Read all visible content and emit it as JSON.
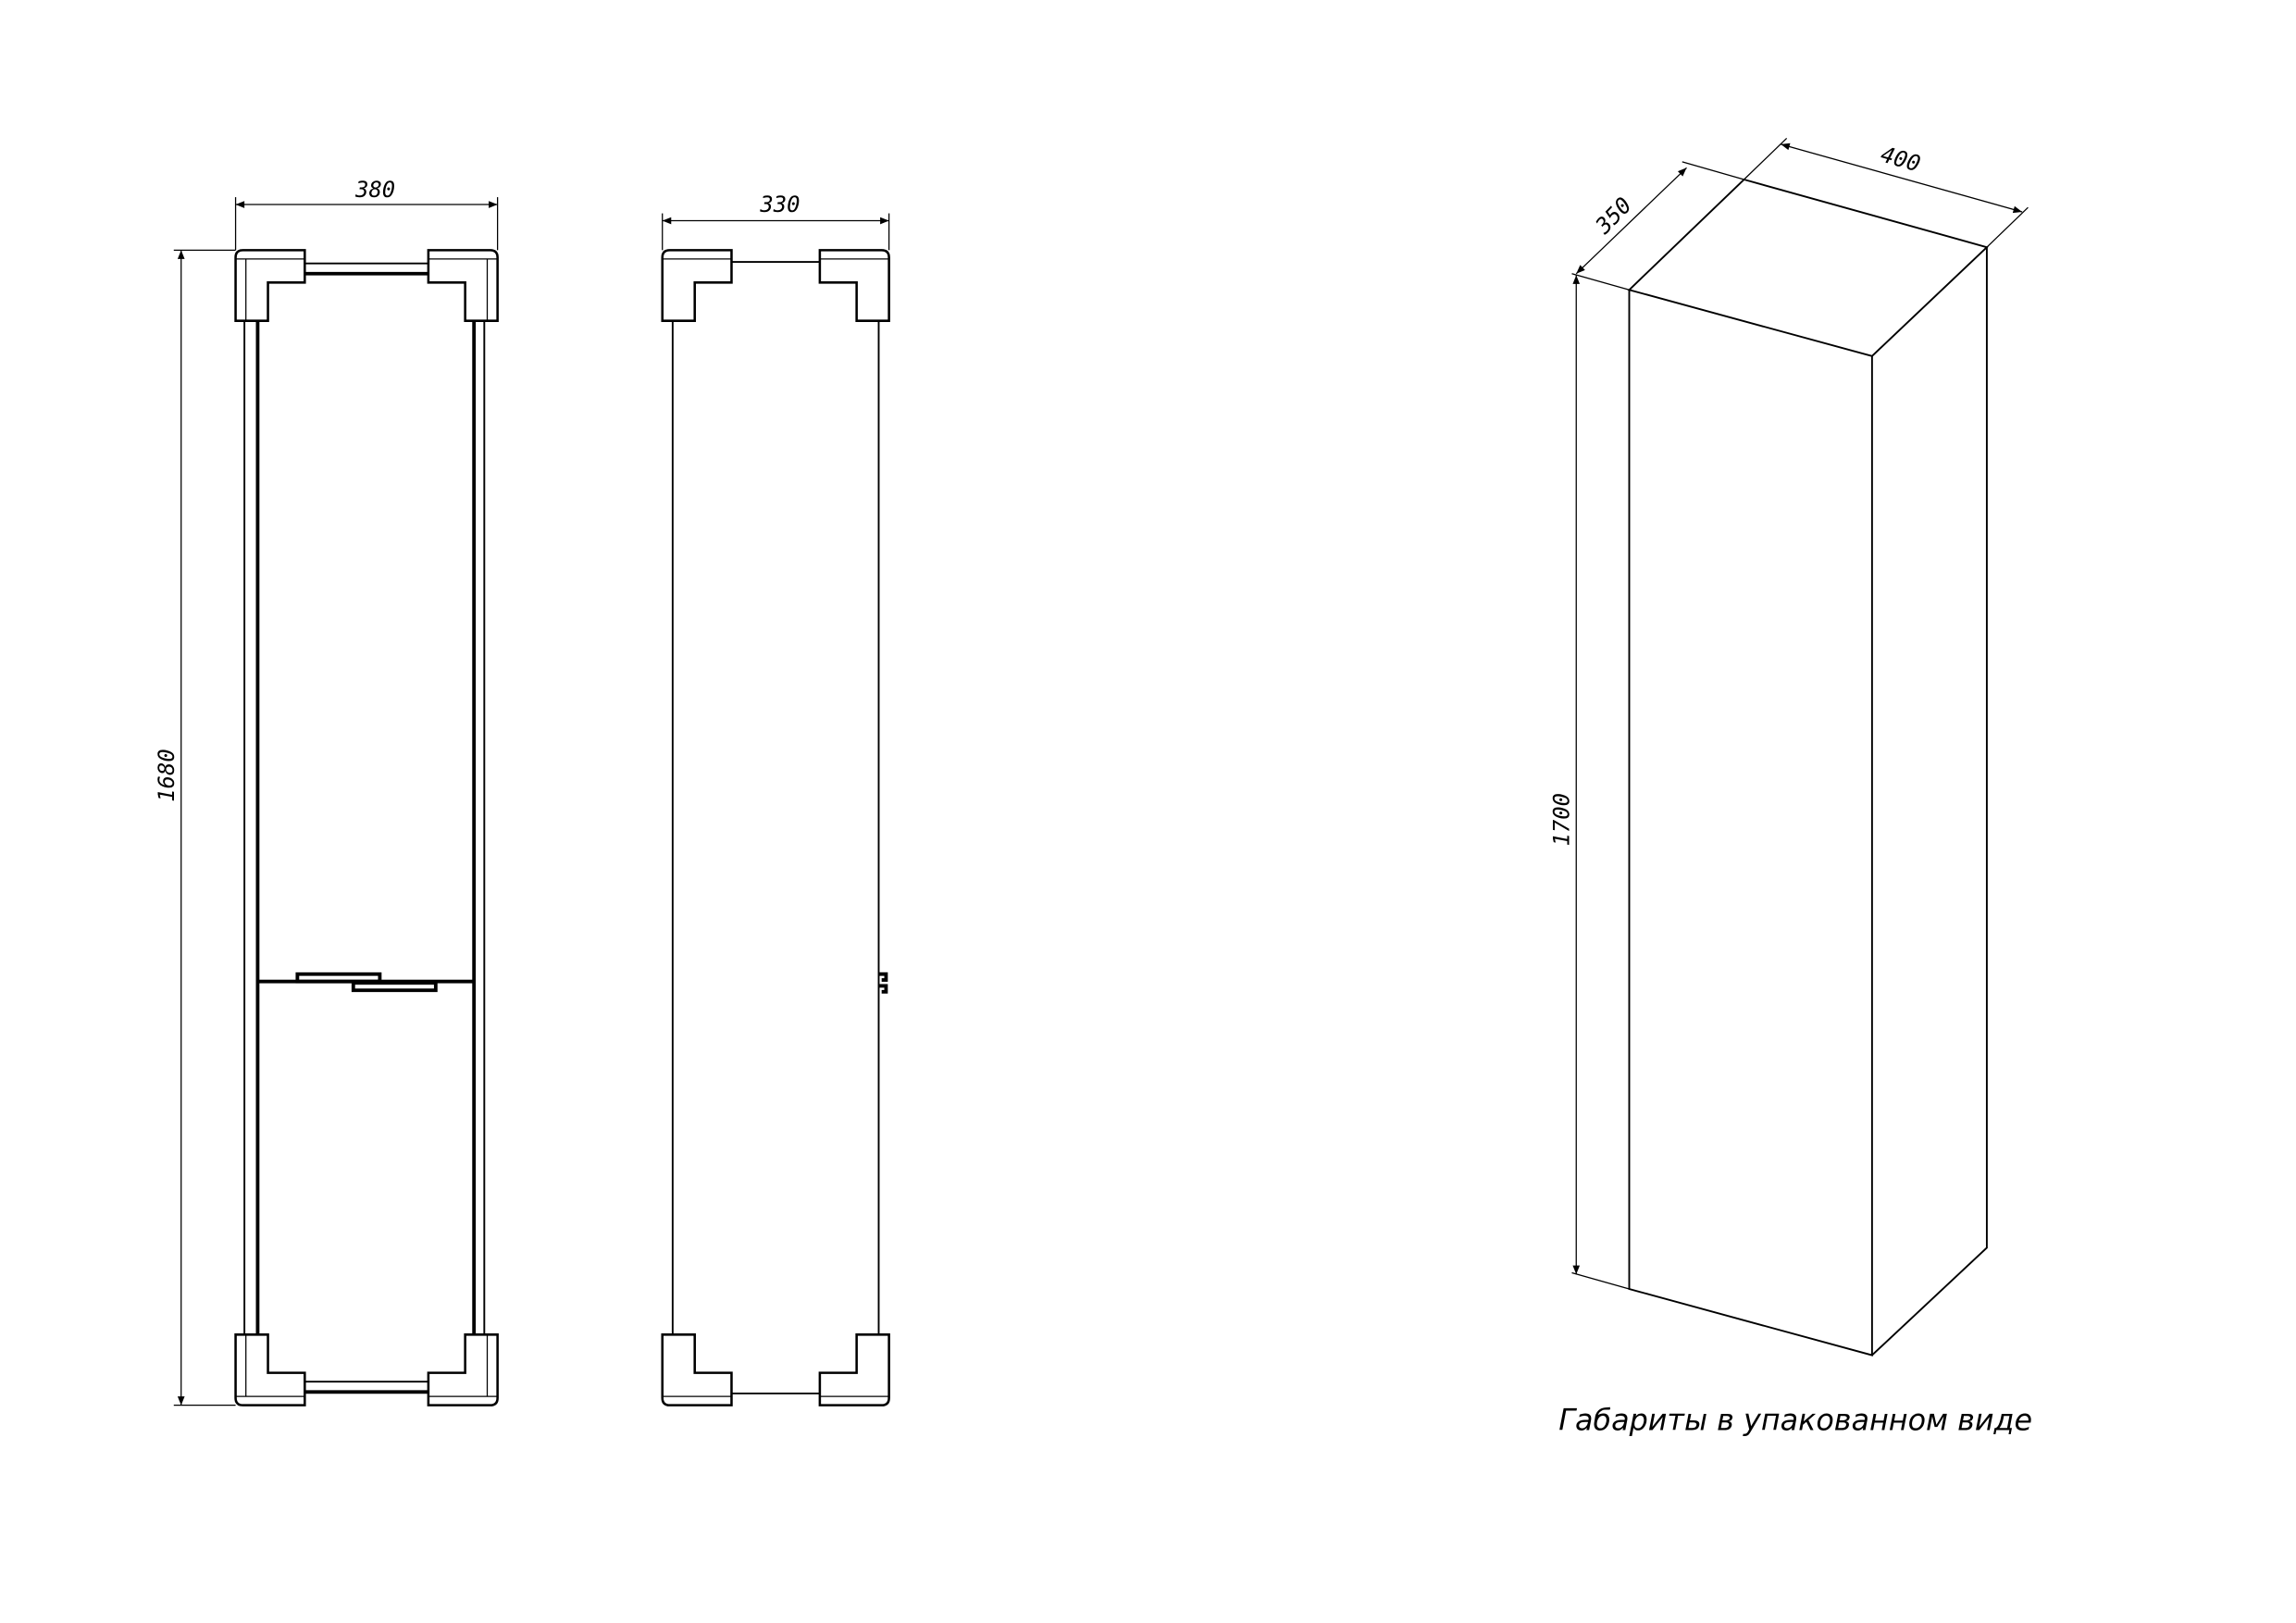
{
  "drawing": {
    "front_view": {
      "width_dim": "380",
      "height_dim": "1680"
    },
    "side_view": {
      "depth_dim": "330"
    },
    "packaged_view": {
      "depth_dim": "350",
      "width_dim": "400",
      "height_dim": "1700",
      "caption": "Габариты в упакованном виде"
    },
    "line_color": "#000000",
    "background": "#ffffff"
  }
}
